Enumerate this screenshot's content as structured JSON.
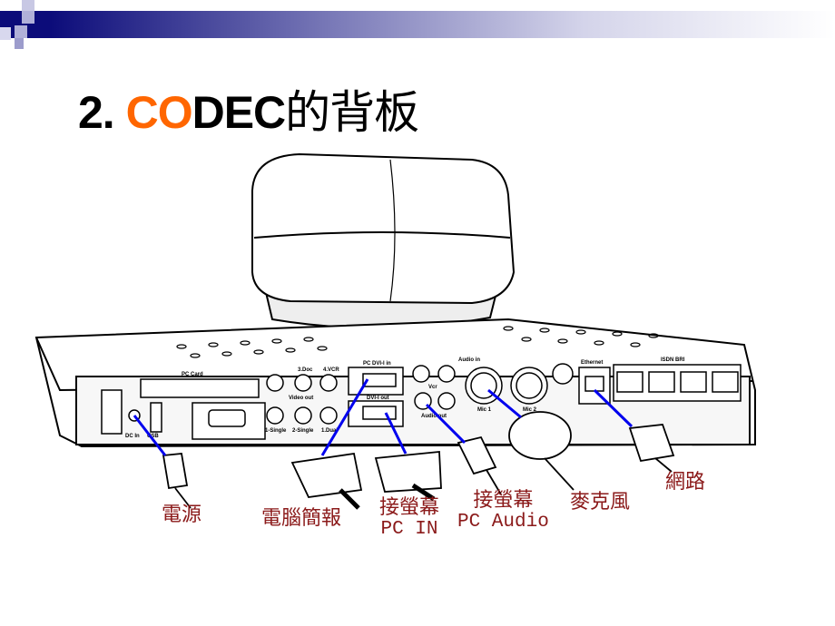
{
  "slide": {
    "title_prefix": "2. ",
    "title_accent": "CO",
    "title_rest": "DEC",
    "title_cjk": "的背板",
    "accent_color": "#ff6600",
    "banner_color": "#0c0c7a",
    "label_color": "#8b1a1a",
    "connector_line_color": "#0000ee"
  },
  "panel_labels": {
    "pc_card": "PC Card",
    "video_out": "Video out",
    "pc_dvi_in": "PC DVI-I in",
    "dvi_out": "DVI-I out",
    "audio_in": "Audio in",
    "vcr": "Vcr",
    "audio_out": "Audio out",
    "mic1": "Mic 1",
    "mic2": "Mic 2",
    "ethernet": "Ethernet",
    "isdn_bri": "ISDN BRI",
    "dc_in": "DC In",
    "usb": "USB",
    "single1": "1-Single",
    "single2": "2-Single",
    "dual": "1.Dual",
    "vcr4": "4.VCR",
    "doc": "3.Doc"
  },
  "callouts": [
    {
      "line1": "電源",
      "line2": ""
    },
    {
      "line1": "電腦簡報",
      "line2": ""
    },
    {
      "line1": "接螢幕",
      "line2": "PC IN"
    },
    {
      "line1": "接螢幕",
      "line2": "PC Audio"
    },
    {
      "line1": "麥克風",
      "line2": ""
    },
    {
      "line1": "網路",
      "line2": ""
    }
  ]
}
